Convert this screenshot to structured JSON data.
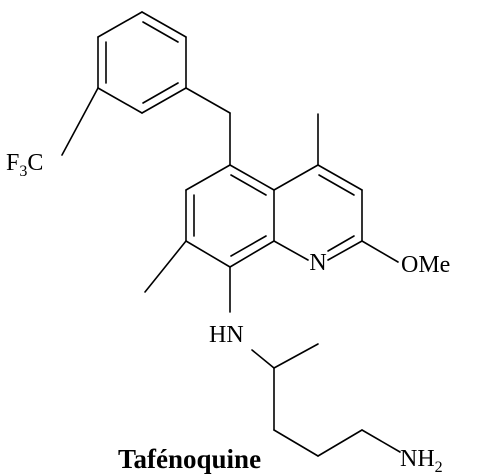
{
  "diagram": {
    "compound_name": "Tafénoquine",
    "atoms": {
      "cf3_f": "F",
      "cf3_sub": "3",
      "cf3_c": "C",
      "ring_n": "N",
      "ome": "OMe",
      "hn": "HN",
      "nh_n": "NH",
      "nh_sub": "2"
    },
    "colors": {
      "bond": "#000000",
      "text": "#000000",
      "background": "#ffffff"
    }
  }
}
